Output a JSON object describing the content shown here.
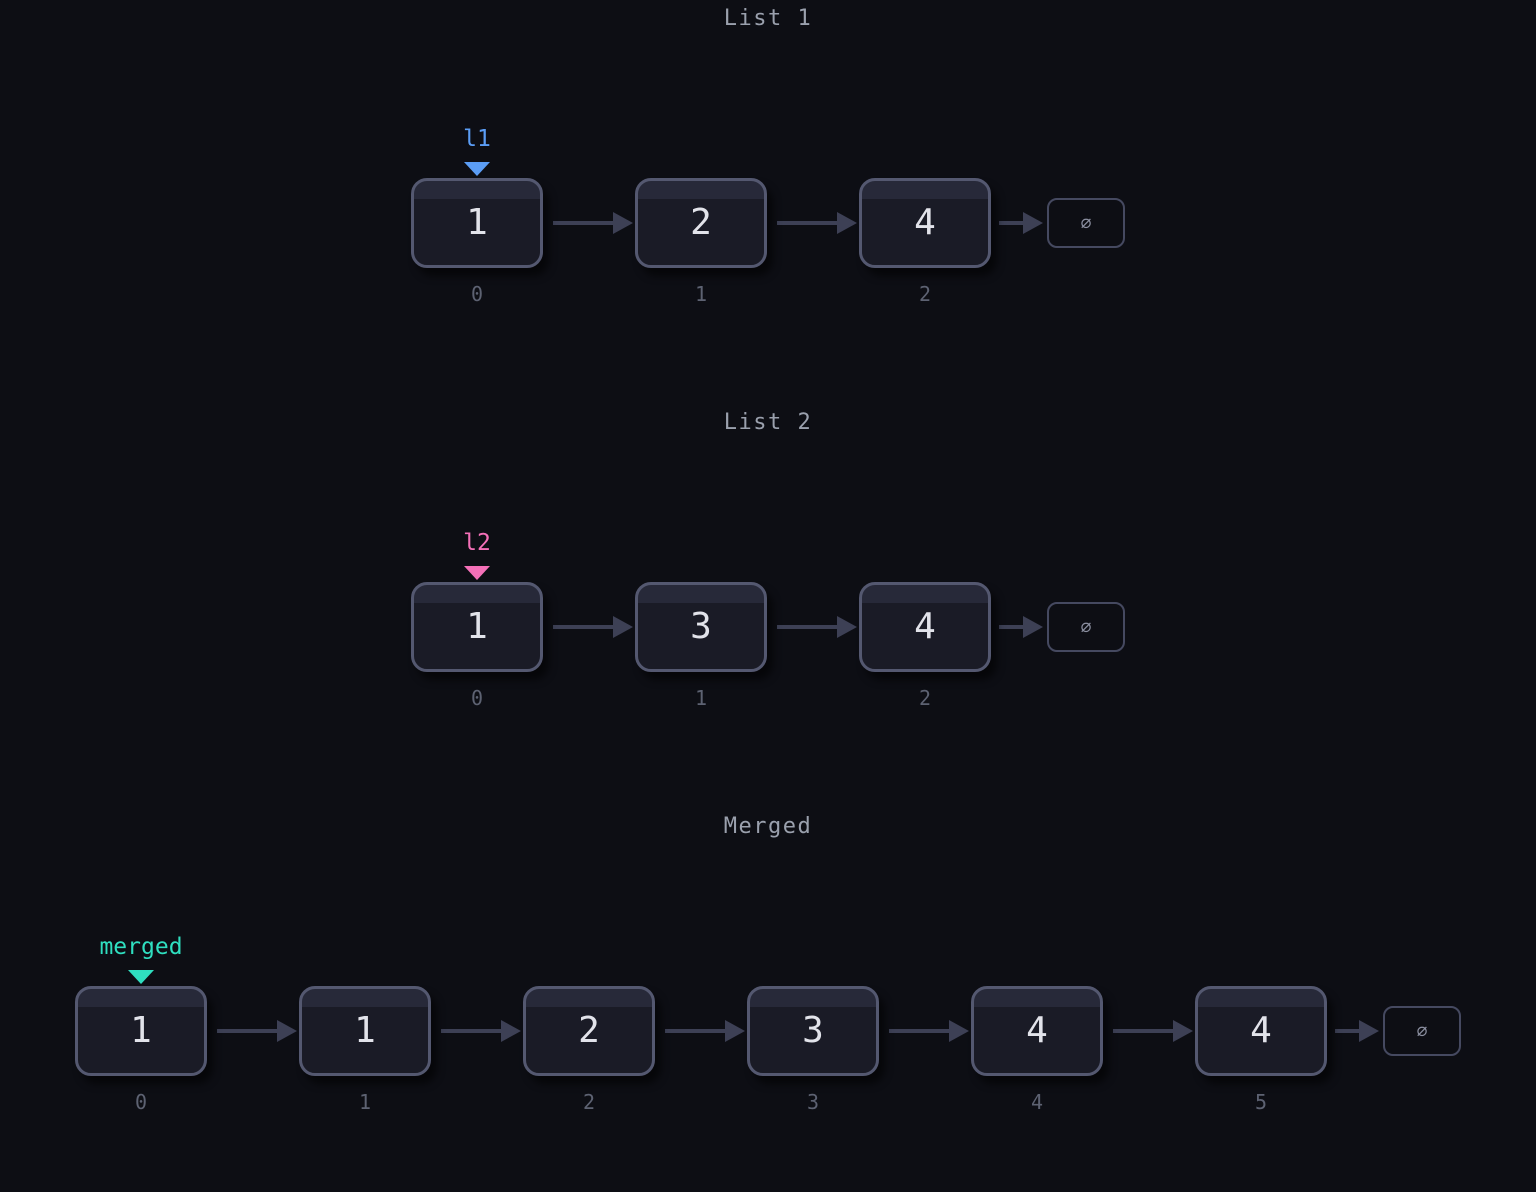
{
  "colors": {
    "background": "#0d0e14",
    "title": "#9aa0ad",
    "index": "#5d6272",
    "node_border": "#545870",
    "node_body": "#1a1b26",
    "node_header": "#272939",
    "node_value": "#e2e3ea",
    "arrow": "#3d4055",
    "pointer_l1": "#5b9df5",
    "pointer_l2": "#f470b8",
    "pointer_merged": "#2fdfc0"
  },
  "sections": [
    {
      "title": "List 1",
      "pointer": {
        "label": "l1",
        "color": "#5b9df5"
      },
      "nodes": [
        {
          "value": "1",
          "index": "0"
        },
        {
          "value": "2",
          "index": "1"
        },
        {
          "value": "4",
          "index": "2"
        }
      ],
      "null_label": "∅"
    },
    {
      "title": "List 2",
      "pointer": {
        "label": "l2",
        "color": "#f470b8"
      },
      "nodes": [
        {
          "value": "1",
          "index": "0"
        },
        {
          "value": "3",
          "index": "1"
        },
        {
          "value": "4",
          "index": "2"
        }
      ],
      "null_label": "∅"
    },
    {
      "title": "Merged",
      "pointer": {
        "label": "merged",
        "color": "#2fdfc0"
      },
      "nodes": [
        {
          "value": "1",
          "index": "0"
        },
        {
          "value": "1",
          "index": "1"
        },
        {
          "value": "2",
          "index": "2"
        },
        {
          "value": "3",
          "index": "3"
        },
        {
          "value": "4",
          "index": "4"
        },
        {
          "value": "4",
          "index": "5"
        }
      ],
      "null_label": "∅"
    }
  ]
}
